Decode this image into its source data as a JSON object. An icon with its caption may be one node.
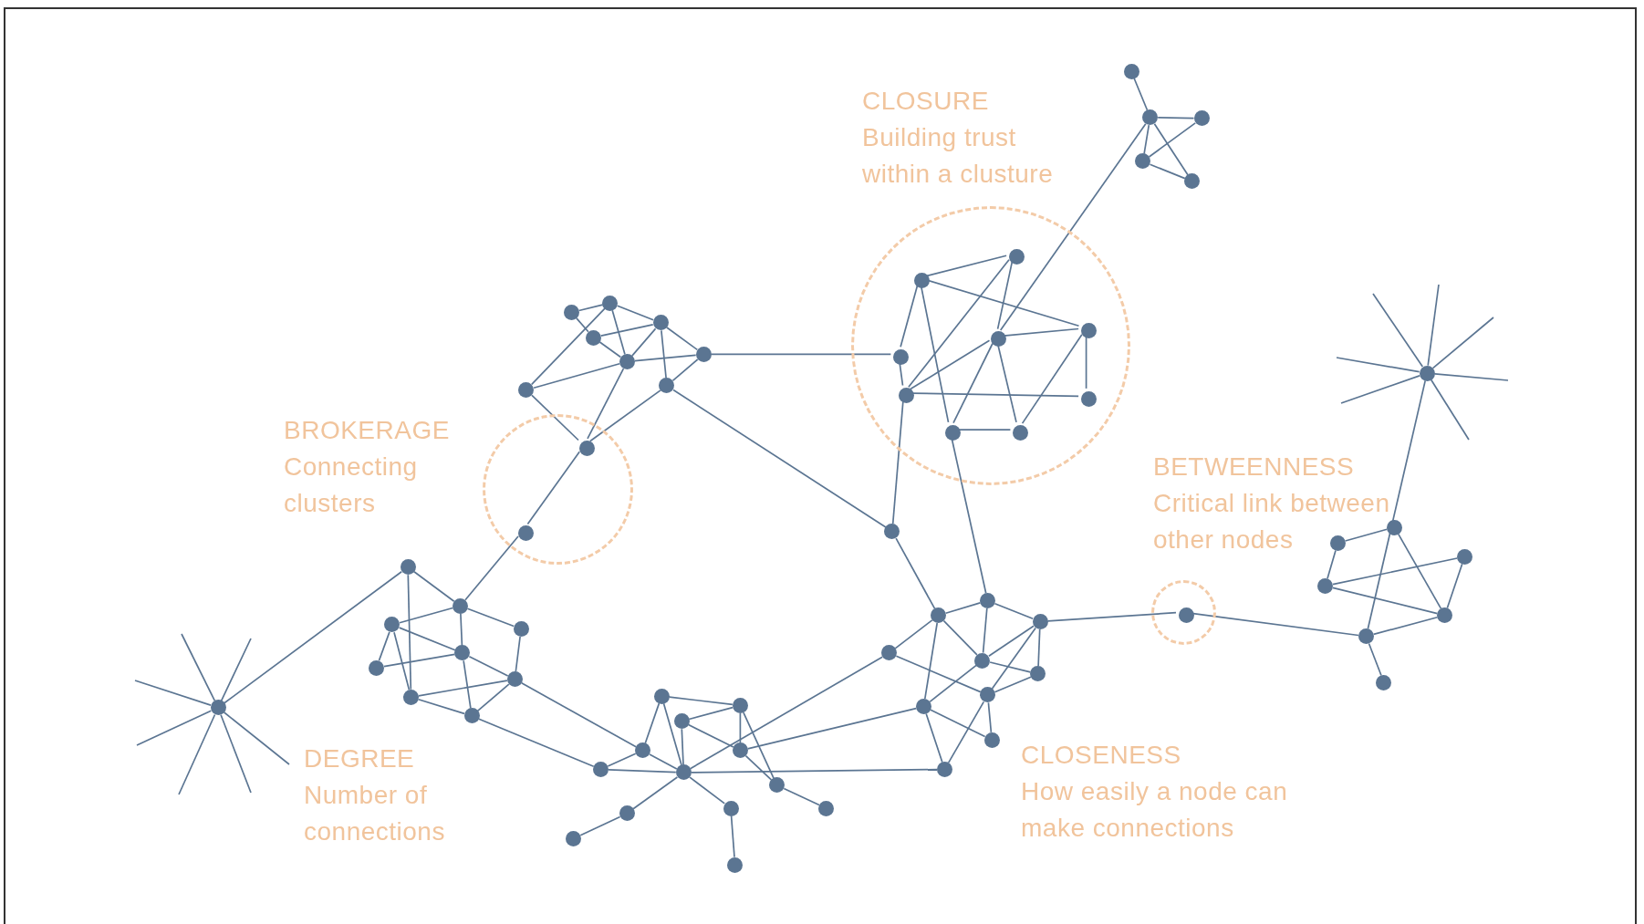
{
  "diagram": {
    "nodes": [
      {
        "text": [
          "CLOSURE",
          "Building trust within a clusture"
        ]
      },
      {
        "text": [
          "BROKERAGE",
          "Connecting clusters"
        ]
      },
      {
        "text": [
          "BETWEENNESS",
          "Critical link between other nodes"
        ]
      },
      {
        "text": [],
        "shape": "circle"
      },
      {
        "text": [],
        "shape": "circle"
      },
      {
        "text": [],
        "shape": "circle"
      },
      {
        "text": [],
        "shape": "circle"
      },
      {
        "text": [],
        "shape": "circle"
      },
      {
        "text": [],
        "shape": "circle",
        "in": 0
      },
      {
        "text": [],
        "shape": "circle",
        "in": 0
      },
      {
        "text": [],
        "shape": "circle",
        "in": 0
      },
      {
        "text": [],
        "shape": "circle",
        "in": 0
      },
      {
        "text": [],
        "shape": "circle",
        "in": 0
      },
      {
        "text": [],
        "shape": "circle",
        "in": 0
      },
      {
        "text": [],
        "shape": "circle",
        "in": 0
      },
      {
        "text": [],
        "shape": "circle",
        "in": 0
      },
      {
        "text": [],
        "shape": "circle",
        "in": 0
      },
      {
        "text": [],
        "shape": "circle"
      },
      {
        "text": [],
        "shape": "circle"
      },
      {
        "text": [],
        "shape": "circle"
      },
      {
        "text": [],
        "shape": "circle"
      },
      {
        "text": [],
        "shape": "circle"
      },
      {
        "text": [],
        "shape": "circle"
      },
      {
        "text": [],
        "shape": "circle"
      },
      {
        "text": [],
        "shape": "circle"
      },
      {
        "text": [],
        "shape": "circle",
        "in": 1
      },
      {
        "text": [],
        "shape": "circle",
        "in": 1
      },
      {
        "text": [],
        "shape": "circle"
      },
      {
        "text": [],
        "shape": "circle"
      },
      {
        "text": [],
        "shape": "circle"
      },
      {
        "text": [],
        "shape": "circle"
      },
      {
        "text": [],
        "shape": "circle"
      },
      {
        "text": [],
        "shape": "circle"
      },
      {
        "text": [],
        "shape": "circle"
      },
      {
        "text": [],
        "shape": "circle"
      },
      {
        "text": [],
        "shape": "circle"
      },
      {
        "text": [],
        "shape": "circle"
      },
      {
        "text": [],
        "shape": "circle"
      },
      {
        "text": [],
        "shape": "circle"
      },
      {
        "text": [],
        "shape": "circle"
      },
      {
        "text": [],
        "shape": "circle"
      },
      {
        "text": [],
        "shape": "circle"
      },
      {
        "text": [],
        "shape": "circle"
      },
      {
        "text": [],
        "shape": "circle"
      },
      {
        "text": [],
        "shape": "circle"
      },
      {
        "text": [],
        "shape": "circle"
      },
      {
        "text": [],
        "shape": "circle"
      },
      {
        "text": [],
        "shape": "circle"
      },
      {
        "text": [],
        "shape": "circle"
      },
      {
        "text": [],
        "shape": "circle"
      },
      {
        "text": [],
        "shape": "circle"
      },
      {
        "text": [],
        "shape": "circle"
      },
      {
        "text": [],
        "shape": "circle"
      },
      {
        "text": [],
        "shape": "circle"
      },
      {
        "text": [],
        "shape": "circle"
      },
      {
        "text": [],
        "shape": "circle"
      },
      {
        "text": [],
        "shape": "circle"
      },
      {
        "text": [],
        "shape": "circle"
      },
      {
        "text": [],
        "shape": "circle"
      },
      {
        "text": [],
        "shape": "circle"
      },
      {
        "text": [],
        "shape": "circle"
      },
      {
        "text": [],
        "shape": "circle",
        "in": 2
      },
      {
        "text": [],
        "shape": "circle"
      },
      {
        "text": [],
        "shape": "circle"
      },
      {
        "text": [],
        "shape": "circle"
      },
      {
        "text": [],
        "shape": "circle"
      },
      {
        "text": [],
        "shape": "circle"
      },
      {
        "text": [],
        "shape": "circle"
      },
      {
        "text": [],
        "shape": "circle"
      },
      {
        "text": [],
        "shape": "circle"
      }
    ],
    "edges": [
      {
        "from": 3,
        "to": 4,
        "arrow": "none"
      },
      {
        "from": 4,
        "to": 5,
        "arrow": "none"
      },
      {
        "from": 4,
        "to": 6,
        "arrow": "none"
      },
      {
        "from": 4,
        "to": 7,
        "arrow": "none"
      },
      {
        "from": 5,
        "to": 6,
        "arrow": "none"
      },
      {
        "from": 6,
        "to": 7,
        "arrow": "none"
      },
      {
        "from": 4,
        "to": 11,
        "arrow": "none"
      },
      {
        "from": 8,
        "to": 9,
        "arrow": "none"
      },
      {
        "from": 8,
        "to": 12,
        "arrow": "none"
      },
      {
        "from": 8,
        "to": 10,
        "arrow": "none"
      },
      {
        "from": 8,
        "to": 15,
        "arrow": "none"
      },
      {
        "from": 9,
        "to": 13,
        "arrow": "none"
      },
      {
        "from": 9,
        "to": 11,
        "arrow": "none"
      },
      {
        "from": 11,
        "to": 12,
        "arrow": "none"
      },
      {
        "from": 11,
        "to": 13,
        "arrow": "none"
      },
      {
        "from": 11,
        "to": 15,
        "arrow": "none"
      },
      {
        "from": 11,
        "to": 16,
        "arrow": "none"
      },
      {
        "from": 10,
        "to": 13,
        "arrow": "none"
      },
      {
        "from": 13,
        "to": 14,
        "arrow": "none"
      },
      {
        "from": 12,
        "to": 14,
        "arrow": "none"
      },
      {
        "from": 12,
        "to": 16,
        "arrow": "none"
      },
      {
        "from": 15,
        "to": 16,
        "arrow": "none"
      },
      {
        "from": 15,
        "to": 54,
        "arrow": "none"
      },
      {
        "from": 13,
        "to": 50,
        "arrow": "none"
      },
      {
        "from": 10,
        "to": 22,
        "arrow": "none"
      },
      {
        "from": 17,
        "to": 18,
        "arrow": "none"
      },
      {
        "from": 18,
        "to": 19,
        "arrow": "none"
      },
      {
        "from": 18,
        "to": 23,
        "arrow": "none"
      },
      {
        "from": 18,
        "to": 21,
        "arrow": "none"
      },
      {
        "from": 17,
        "to": 20,
        "arrow": "none"
      },
      {
        "from": 20,
        "to": 19,
        "arrow": "none"
      },
      {
        "from": 20,
        "to": 21,
        "arrow": "none"
      },
      {
        "from": 19,
        "to": 21,
        "arrow": "none"
      },
      {
        "from": 19,
        "to": 24,
        "arrow": "none"
      },
      {
        "from": 19,
        "to": 22,
        "arrow": "none"
      },
      {
        "from": 21,
        "to": 22,
        "arrow": "none"
      },
      {
        "from": 21,
        "to": 23,
        "arrow": "none"
      },
      {
        "from": 21,
        "to": 25,
        "arrow": "none"
      },
      {
        "from": 22,
        "to": 24,
        "arrow": "none"
      },
      {
        "from": 24,
        "to": 25,
        "arrow": "none"
      },
      {
        "from": 23,
        "to": 25,
        "arrow": "none"
      },
      {
        "from": 24,
        "to": 50,
        "arrow": "none"
      },
      {
        "from": 25,
        "to": 26,
        "arrow": "none"
      },
      {
        "from": 26,
        "to": 29,
        "arrow": "none"
      },
      {
        "from": 36,
        "to": 27,
        "arrow": "none"
      },
      {
        "from": 27,
        "to": 29,
        "arrow": "none"
      },
      {
        "from": 27,
        "to": 34,
        "arrow": "none"
      },
      {
        "from": 28,
        "to": 29,
        "arrow": "none"
      },
      {
        "from": 28,
        "to": 31,
        "arrow": "none"
      },
      {
        "from": 28,
        "to": 32,
        "arrow": "none"
      },
      {
        "from": 28,
        "to": 34,
        "arrow": "none"
      },
      {
        "from": 29,
        "to": 32,
        "arrow": "none"
      },
      {
        "from": 29,
        "to": 30,
        "arrow": "none"
      },
      {
        "from": 30,
        "to": 33,
        "arrow": "none"
      },
      {
        "from": 32,
        "to": 33,
        "arrow": "none"
      },
      {
        "from": 31,
        "to": 32,
        "arrow": "none"
      },
      {
        "from": 32,
        "to": 35,
        "arrow": "none"
      },
      {
        "from": 33,
        "to": 34,
        "arrow": "none"
      },
      {
        "from": 33,
        "to": 35,
        "arrow": "none"
      },
      {
        "from": 34,
        "to": 35,
        "arrow": "none"
      },
      {
        "from": 33,
        "to": 40,
        "arrow": "none"
      },
      {
        "from": 35,
        "to": 42,
        "arrow": "none"
      },
      {
        "from": 36,
        "to": null,
        "arrow": "none"
      },
      {
        "from": 36,
        "to": null,
        "arrow": "none"
      },
      {
        "from": 36,
        "to": null,
        "arrow": "none"
      },
      {
        "from": 36,
        "to": null,
        "arrow": "none"
      },
      {
        "from": 36,
        "to": null,
        "arrow": "none"
      },
      {
        "from": 36,
        "to": null,
        "arrow": "none"
      },
      {
        "from": 36,
        "to": null,
        "arrow": "none"
      },
      {
        "from": 37,
        "to": 38,
        "arrow": "none"
      },
      {
        "from": 37,
        "to": 40,
        "arrow": "none"
      },
      {
        "from": 37,
        "to": 43,
        "arrow": "none"
      },
      {
        "from": 39,
        "to": 38,
        "arrow": "none"
      },
      {
        "from": 39,
        "to": 41,
        "arrow": "none"
      },
      {
        "from": 39,
        "to": 43,
        "arrow": "none"
      },
      {
        "from": 38,
        "to": 41,
        "arrow": "none"
      },
      {
        "from": 38,
        "to": 44,
        "arrow": "none"
      },
      {
        "from": 40,
        "to": 42,
        "arrow": "none"
      },
      {
        "from": 40,
        "to": 43,
        "arrow": "none"
      },
      {
        "from": 42,
        "to": 43,
        "arrow": "none"
      },
      {
        "from": 43,
        "to": 60,
        "arrow": "none"
      },
      {
        "from": 43,
        "to": 51,
        "arrow": "none"
      },
      {
        "from": 43,
        "to": 45,
        "arrow": "none"
      },
      {
        "from": 45,
        "to": 48,
        "arrow": "none"
      },
      {
        "from": 43,
        "to": 46,
        "arrow": "none"
      },
      {
        "from": 46,
        "to": 49,
        "arrow": "none"
      },
      {
        "from": 41,
        "to": 44,
        "arrow": "none"
      },
      {
        "from": 44,
        "to": 47,
        "arrow": "none"
      },
      {
        "from": 41,
        "to": 53,
        "arrow": "none"
      },
      {
        "from": 50,
        "to": 52,
        "arrow": "none"
      },
      {
        "from": 52,
        "to": 54,
        "arrow": "none"
      },
      {
        "from": 54,
        "to": 55,
        "arrow": "none"
      },
      {
        "from": 54,
        "to": 56,
        "arrow": "none"
      },
      {
        "from": 52,
        "to": 56,
        "arrow": "none"
      },
      {
        "from": 52,
        "to": 51,
        "arrow": "none"
      },
      {
        "from": 52,
        "to": 53,
        "arrow": "none"
      },
      {
        "from": 55,
        "to": 56,
        "arrow": "none"
      },
      {
        "from": 55,
        "to": 57,
        "arrow": "none"
      },
      {
        "from": 55,
        "to": 58,
        "arrow": "none"
      },
      {
        "from": 56,
        "to": 57,
        "arrow": "none"
      },
      {
        "from": 56,
        "to": 53,
        "arrow": "none"
      },
      {
        "from": 51,
        "to": 58,
        "arrow": "none"
      },
      {
        "from": 57,
        "to": 58,
        "arrow": "none"
      },
      {
        "from": 58,
        "to": 59,
        "arrow": "none"
      },
      {
        "from": 58,
        "to": 60,
        "arrow": "none"
      },
      {
        "from": 53,
        "to": 59,
        "arrow": "none"
      },
      {
        "from": 53,
        "to": 60,
        "arrow": "none"
      },
      {
        "from": 55,
        "to": 61,
        "arrow": "none"
      },
      {
        "from": 61,
        "to": 67,
        "arrow": "none"
      },
      {
        "from": 69,
        "to": 67,
        "arrow": "none"
      },
      {
        "from": 62,
        "to": 63,
        "arrow": "none"
      },
      {
        "from": 62,
        "to": 66,
        "arrow": "none"
      },
      {
        "from": 63,
        "to": 65,
        "arrow": "none"
      },
      {
        "from": 65,
        "to": 64,
        "arrow": "none"
      },
      {
        "from": 65,
        "to": 66,
        "arrow": "none"
      },
      {
        "from": 64,
        "to": 66,
        "arrow": "none"
      },
      {
        "from": 66,
        "to": 67,
        "arrow": "none"
      },
      {
        "from": 67,
        "to": 68,
        "arrow": "none"
      },
      {
        "from": 69,
        "to": null,
        "arrow": "none"
      },
      {
        "from": 69,
        "to": null,
        "arrow": "none"
      },
      {
        "from": 69,
        "to": null,
        "arrow": "none"
      },
      {
        "from": 69,
        "to": null,
        "arrow": "none"
      },
      {
        "from": 69,
        "to": null,
        "arrow": "none"
      },
      {
        "from": 69,
        "to": null,
        "arrow": "none"
      },
      {
        "from": 69,
        "to": null,
        "arrow": "none"
      }
    ],
    "labels": [
      "DEGREE",
      "Number of connections",
      "CLOSENESS",
      "How easily a node can make connections"
    ]
  }
}
